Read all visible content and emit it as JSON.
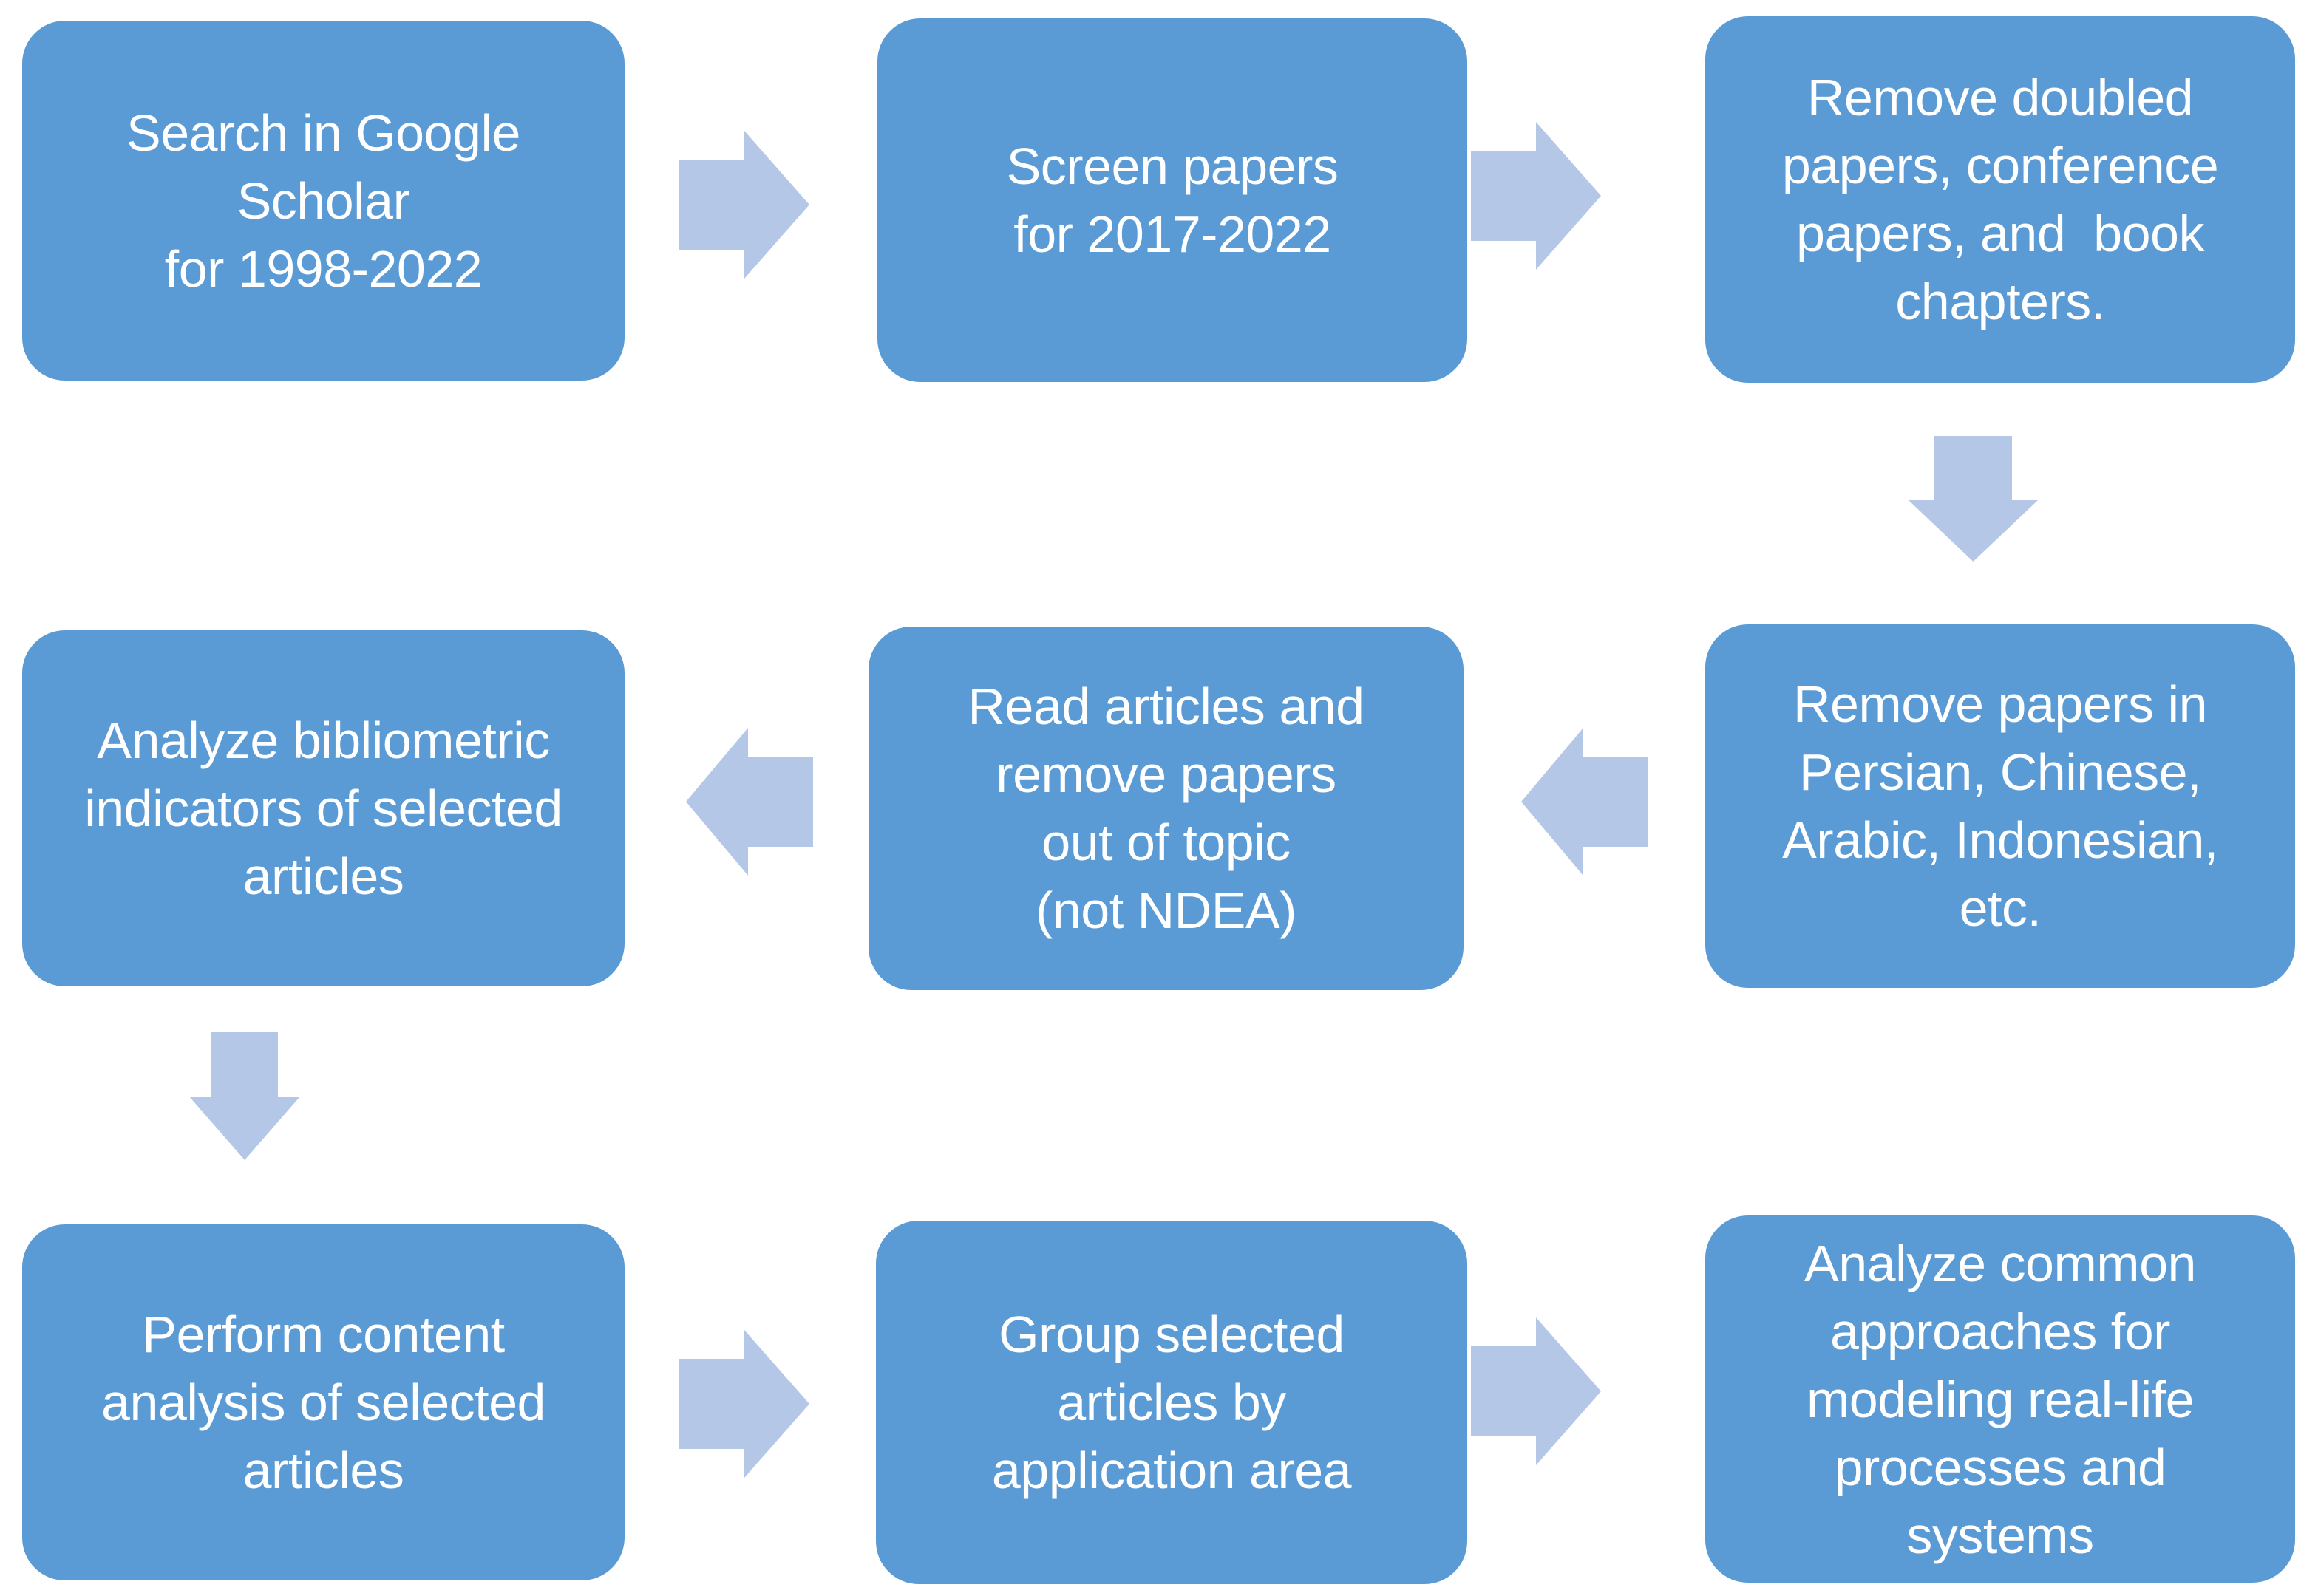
{
  "colors": {
    "box-fill": "#5B9BD5",
    "arrow-fill": "#B4C7E7",
    "text-color": "#FFFFFF",
    "background": "#FFFFFF"
  },
  "boxes": [
    {
      "id": "search-google-scholar",
      "text": "Search in Google\nScholar\nfor 1998-2022"
    },
    {
      "id": "screen-papers",
      "text": "Screen papers\nfor 2017-2022"
    },
    {
      "id": "remove-doubled-papers",
      "text": "Remove doubled\npapers, conference\npapers, and  book\nchapters."
    },
    {
      "id": "analyze-bibliometric",
      "text": "Analyze bibliometric\nindicators of selected\narticles"
    },
    {
      "id": "read-articles",
      "text": "Read articles and\nremove papers\nout of topic\n(not NDEA)"
    },
    {
      "id": "remove-language-papers",
      "text": "Remove papers in\nPersian, Chinese,\nArabic, Indonesian,\netc."
    },
    {
      "id": "perform-content-analysis",
      "text": "Perform content\nanalysis of selected\narticles"
    },
    {
      "id": "group-articles",
      "text": "Group selected\narticles by\napplication area"
    },
    {
      "id": "analyze-approaches",
      "text": "Analyze common\napproaches for\nmodeling real-life\nprocesses and\nsystems"
    }
  ],
  "arrows": [
    {
      "from": "search-google-scholar",
      "to": "screen-papers",
      "direction": "right"
    },
    {
      "from": "screen-papers",
      "to": "remove-doubled-papers",
      "direction": "right"
    },
    {
      "from": "remove-doubled-papers",
      "to": "remove-language-papers",
      "direction": "down"
    },
    {
      "from": "remove-language-papers",
      "to": "read-articles",
      "direction": "left"
    },
    {
      "from": "read-articles",
      "to": "analyze-bibliometric",
      "direction": "left"
    },
    {
      "from": "analyze-bibliometric",
      "to": "perform-content-analysis",
      "direction": "down"
    },
    {
      "from": "perform-content-analysis",
      "to": "group-articles",
      "direction": "right"
    },
    {
      "from": "group-articles",
      "to": "analyze-approaches",
      "direction": "right"
    }
  ]
}
